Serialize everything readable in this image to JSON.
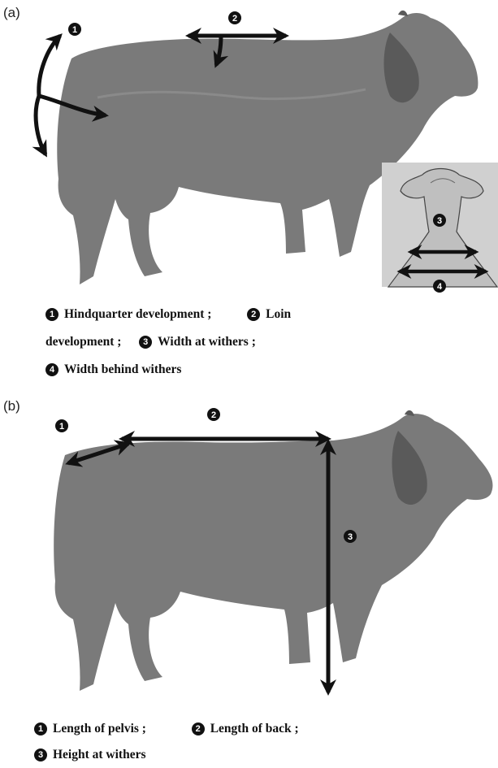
{
  "panel_a": {
    "label": "(a)",
    "markers": [
      "1",
      "2",
      "3",
      "4"
    ],
    "caption": {
      "line1_item1": "Hindquarter development ;",
      "line1_item2_part1": "Loin",
      "line2_item2_part2": "development ;",
      "line2_item3": "Width at withers ;",
      "line3_item4": "Width behind withers"
    }
  },
  "panel_b": {
    "label": "(b)",
    "markers": [
      "1",
      "2",
      "3"
    ],
    "caption": {
      "line1_item1": "Length of pelvis ;",
      "line1_item2": "Length of back ;",
      "line2_item3": "Height at withers"
    }
  },
  "colors": {
    "cattle": "#7a7a7a",
    "cattle_dark": "#5a5a5a",
    "arrow": "#111111",
    "inset_bg": "#d0d0d0"
  }
}
